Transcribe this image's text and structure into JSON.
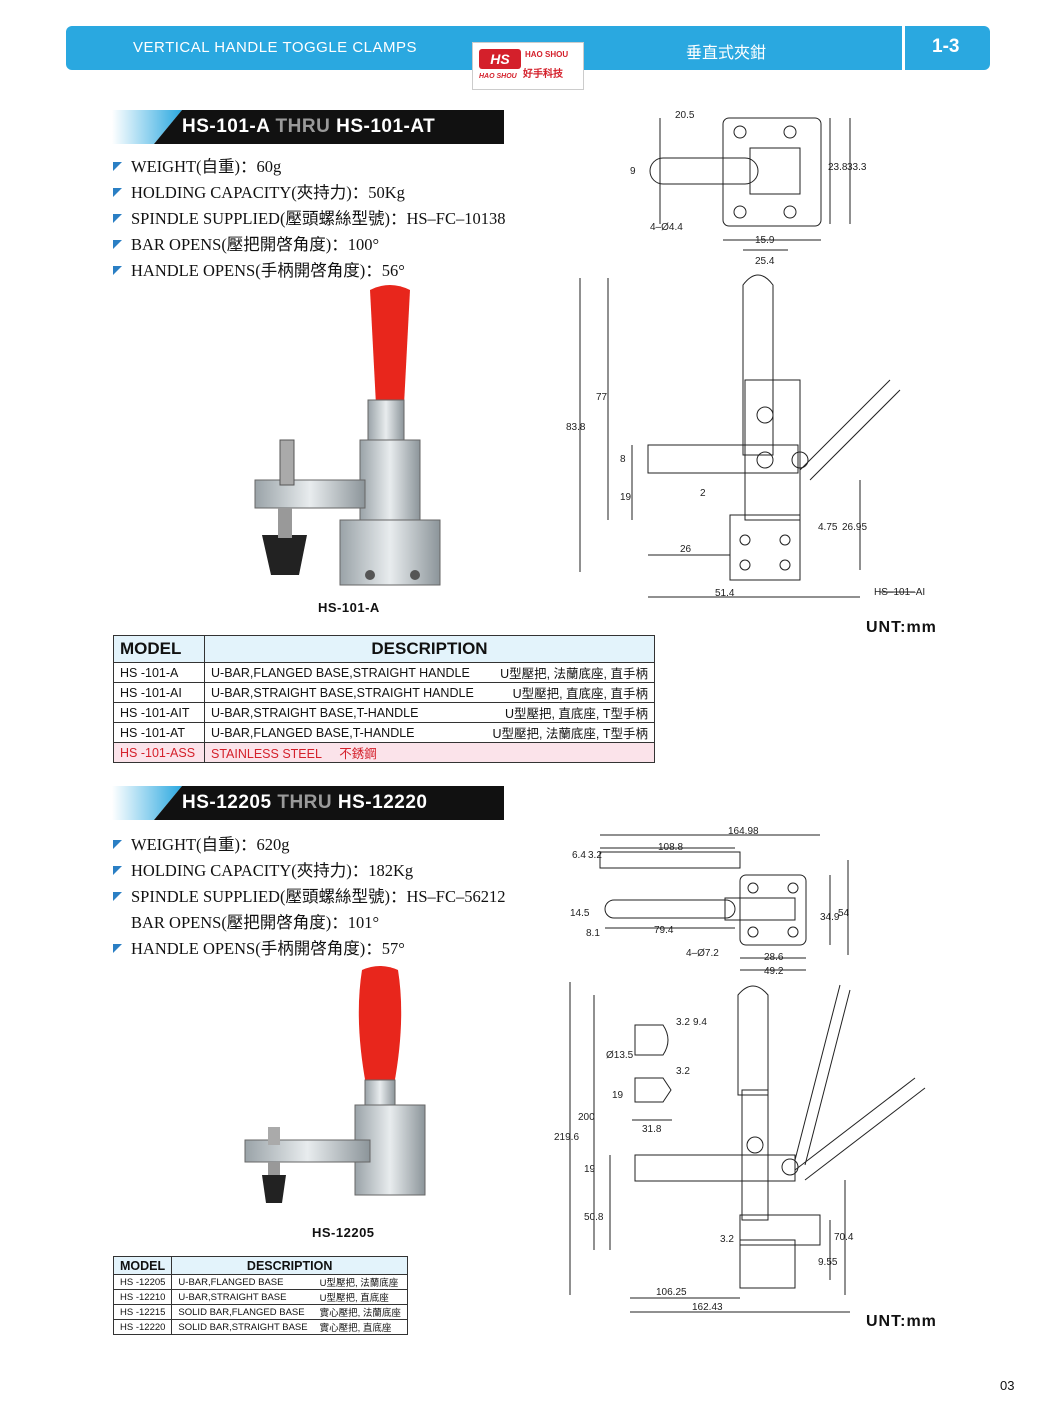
{
  "header": {
    "title_en": "VERTICAL HANDLE TOGGLE CLAMPS",
    "title_cn": "垂直式夾鉗",
    "page_code": "1-3",
    "logo_badge": "HS",
    "logo_name_en": "HAO SHOU",
    "logo_name_cn": "好手科技",
    "logo_sub_en": "HAO SHOU"
  },
  "section1": {
    "model_from": "HS-101-A",
    "thru": "THRU",
    "model_to": "HS-101-AT",
    "specs": [
      "WEIGHT(自重)：60g",
      "HOLDING CAPACITY(夾持力)：50Kg",
      "SPINDLE SUPPLIED(壓頭螺絲型號)：HS–FC–10138",
      "BAR OPENS(壓把開啓角度)：100°",
      "HANDLE OPENS(手柄開啓角度)：56°"
    ],
    "photo_caption": "HS-101-A",
    "unit": "UNT:mm",
    "drawing_labels": {
      "top": [
        "20.5",
        "9",
        "23.8",
        "33.3",
        "4–Ø4.4",
        "15.9",
        "25.4"
      ],
      "side": [
        "83.8",
        "77",
        "8",
        "19",
        "2",
        "4.75",
        "26.95",
        "26",
        "51.4",
        "HS–101–AI"
      ]
    },
    "table": {
      "headers": [
        "MODEL",
        "DESCRIPTION"
      ],
      "rows": [
        {
          "model": "HS -101-A",
          "desc": "U-BAR,FLANGED BASE,STRAIGHT HANDLE",
          "cn": "U型壓把, 法蘭底座, 直手柄"
        },
        {
          "model": "HS -101-AI",
          "desc": "U-BAR,STRAIGHT BASE,STRAIGHT HANDLE",
          "cn": "U型壓把, 直底座, 直手柄"
        },
        {
          "model": "HS -101-AIT",
          "desc": "U-BAR,STRAIGHT BASE,T-HANDLE",
          "cn": "U型壓把, 直底座, T型手柄"
        },
        {
          "model": "HS -101-AT",
          "desc": "U-BAR,FLANGED BASE,T-HANDLE",
          "cn": "U型壓把, 法蘭底座, T型手柄"
        },
        {
          "model": "HS -101-ASS",
          "desc": "STAINLESS STEEL",
          "cn": "不銹鋼"
        }
      ]
    }
  },
  "section2": {
    "model_from": "HS-12205",
    "thru": "THRU",
    "model_to": "HS-12220",
    "specs": [
      "WEIGHT(自重)：620g",
      "HOLDING CAPACITY(夾持力)：182Kg",
      "SPINDLE SUPPLIED(壓頭螺絲型號)：HS–FC–56212",
      "BAR OPENS(壓把開啓角度)：101°",
      "HANDLE OPENS(手柄開啓角度)：57°"
    ],
    "photo_caption": "HS-12205",
    "unit": "UNT:mm",
    "drawing_labels": {
      "top": [
        "164.98",
        "108.8",
        "6.4",
        "3.2",
        "14.5",
        "8.1",
        "79.4",
        "34.9",
        "54",
        "4–Ø7.2",
        "28.6",
        "49.2"
      ],
      "side": [
        "219.6",
        "200",
        "3.2",
        "9.4",
        "Ø13.5",
        "3.2",
        "19",
        "31.8",
        "19",
        "50.8",
        "3.2",
        "9.55",
        "70.4",
        "106.25",
        "162.43"
      ]
    },
    "table": {
      "headers": [
        "MODEL",
        "DESCRIPTION"
      ],
      "rows": [
        {
          "model": "HS -12205",
          "desc": "U-BAR,FLANGED BASE",
          "cn": "U型壓把, 法蘭底座"
        },
        {
          "model": "HS -12210",
          "desc": "U-BAR,STRAIGHT BASE",
          "cn": "U型壓把, 直底座"
        },
        {
          "model": "HS -12215",
          "desc": "SOLID BAR,FLANGED BASE",
          "cn": "實心壓把, 法蘭底座"
        },
        {
          "model": "HS -12220",
          "desc": "SOLID BAR,STRAIGHT BASE",
          "cn": "實心壓把, 直底座"
        }
      ]
    }
  },
  "footer": {
    "page_number": "03"
  },
  "colors": {
    "header_blue": "#2aa8e0",
    "brand_red": "#d4202b",
    "handle_red": "#e8261c",
    "bullet_blue": "#2a7fc4"
  }
}
